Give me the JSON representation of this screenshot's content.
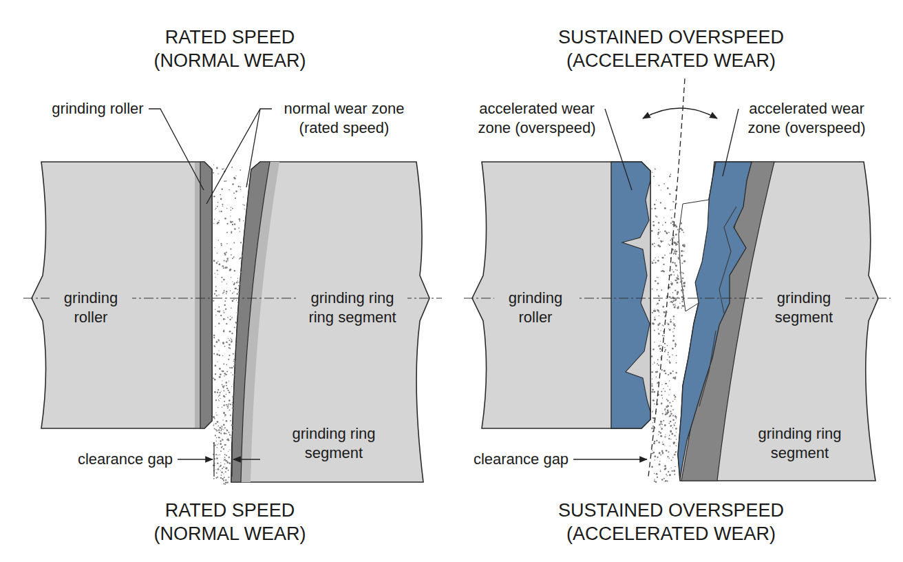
{
  "diagram": {
    "labels": [
      "RATED SPEED (NORMAL WEAR)",
      "SUSTAINED OVERSPEED (ACCELERATED WEAR)",
      "grinding roller",
      "normal wear zone (rated speed)",
      "accelerated wear zone (overspeed)",
      "accelerated wear zone (overspeed)",
      "grinding roller",
      "grinding ring ring segment",
      "grinding roller",
      "grinding segment",
      "grinding ring segment",
      "grinding ring segment",
      "clearance gap",
      "clearance gap",
      "RATED SPEED (NORMAL WEAR)",
      "SUSTAINED OVERSPEED (ACCELERATED WEAR)"
    ]
  }
}
